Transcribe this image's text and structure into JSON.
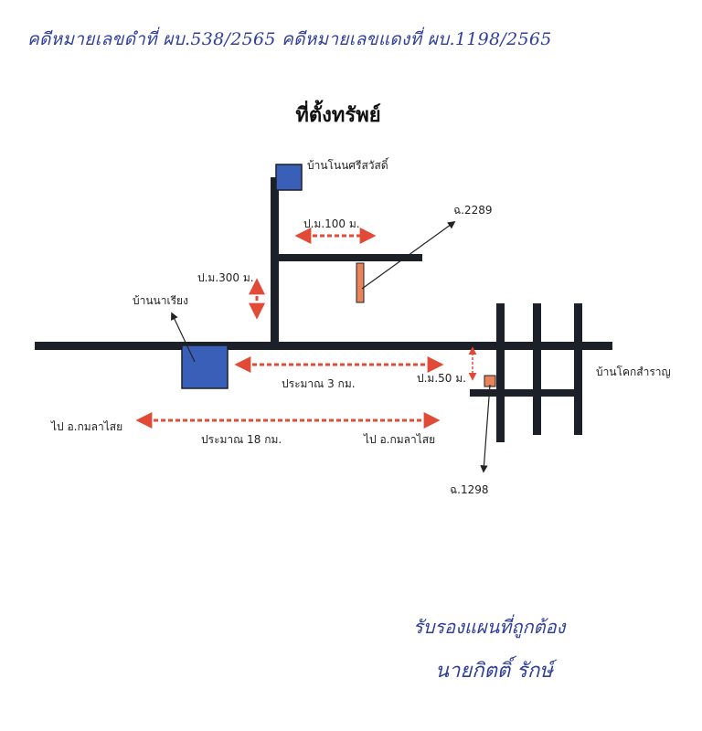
{
  "header": {
    "deed_note": "คดีหมายเลขดำที่ ผบ.538/2565 คดีหมายเลขแดงที่ ผบ.1198/2565"
  },
  "title": "ที่ตั้งทรัพย์",
  "map": {
    "labels": {
      "village_north": "บ้านโนนศรีสวัสดิ์",
      "village_west": "บ้านนาเรียง",
      "village_east": "บ้านโคกสำราญ",
      "pm100": "ป.ม.100 ม.",
      "pm300": "ป.ม.300 ม.",
      "pm50": "ป.ม.50 ม.",
      "approx3": "ประมาณ 3 กม.",
      "approx18": "ประมาณ 18 กม.",
      "to_left": "ไป อ.กมลาไสย",
      "to_right": "ไป อ.กมลาไสย",
      "deed_2289": "ฉ.2289",
      "deed_1298": "ฉ.1298"
    },
    "colors": {
      "road": "#1c2029",
      "village": "#3a5fb8",
      "plot": "#e9835a",
      "measure": "#e04a36"
    }
  },
  "signature": {
    "line1": "รับรองแผนที่ถูกต้อง",
    "line2": "นายกิตติ์ รักษ์"
  }
}
